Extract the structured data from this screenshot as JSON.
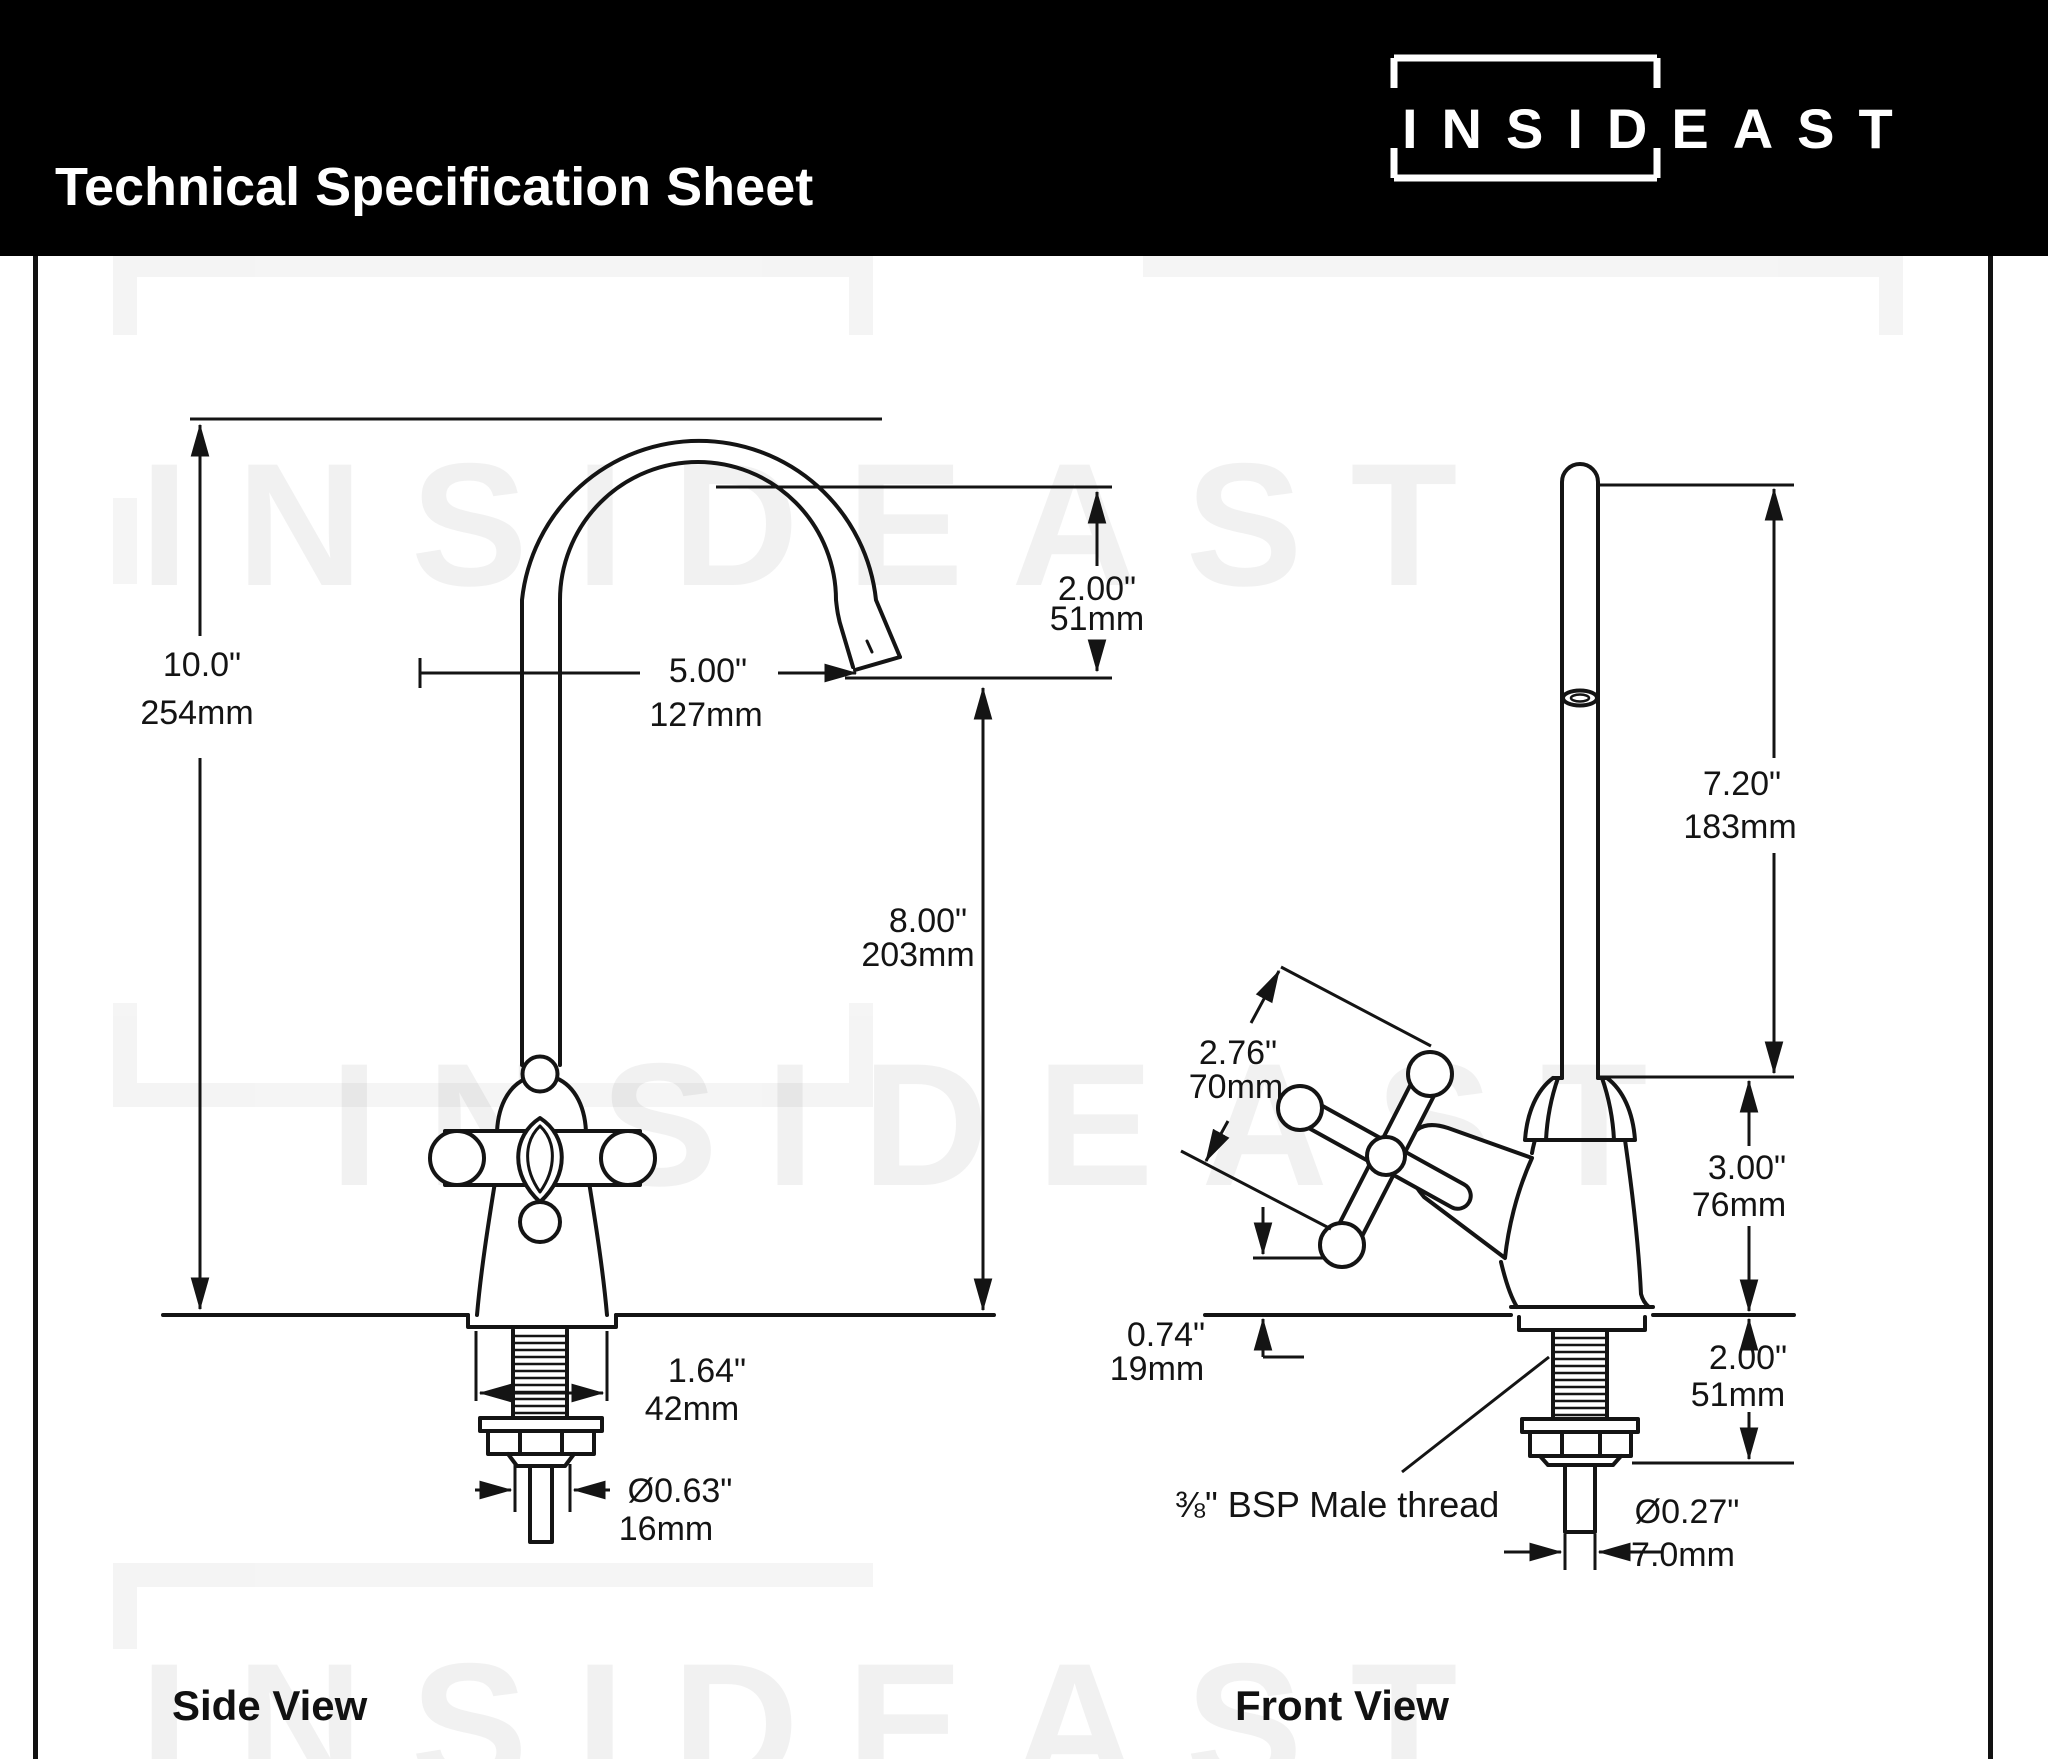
{
  "header": {
    "title": "Technical Specification Sheet",
    "brand": "INSIDEAST"
  },
  "watermark": {
    "text": "INSIDEAST"
  },
  "side_view": {
    "label": "Side View",
    "dims": {
      "total_height": {
        "in": "10.0\"",
        "mm": "254mm"
      },
      "spout_reach": {
        "in": "5.00\"",
        "mm": "127mm"
      },
      "spout_drop": {
        "in": "2.00\"",
        "mm": "51mm"
      },
      "spout_clearance": {
        "in": "8.00\"",
        "mm": "203mm"
      },
      "base_width": {
        "in": "1.64\"",
        "mm": "42mm"
      },
      "tail_diameter": {
        "in": "Ø0.63\"",
        "mm": "16mm"
      }
    }
  },
  "front_view": {
    "label": "Front View",
    "dims": {
      "spout_height": {
        "in": "7.20\"",
        "mm": "183mm"
      },
      "handle_width": {
        "in": "2.76\"",
        "mm": "70mm"
      },
      "body_height": {
        "in": "3.00\"",
        "mm": "76mm"
      },
      "handle_clearance": {
        "in": "0.74\"",
        "mm": "19mm"
      },
      "shank_length": {
        "in": "2.00\"",
        "mm": "51mm"
      },
      "outlet_diameter": {
        "in": "Ø0.27\"",
        "mm": "7.0mm"
      },
      "thread_note": "⅜\" BSP Male thread"
    }
  },
  "colors": {
    "header_bg": "#000000",
    "line": "#141414",
    "paper": "#ffffff"
  }
}
